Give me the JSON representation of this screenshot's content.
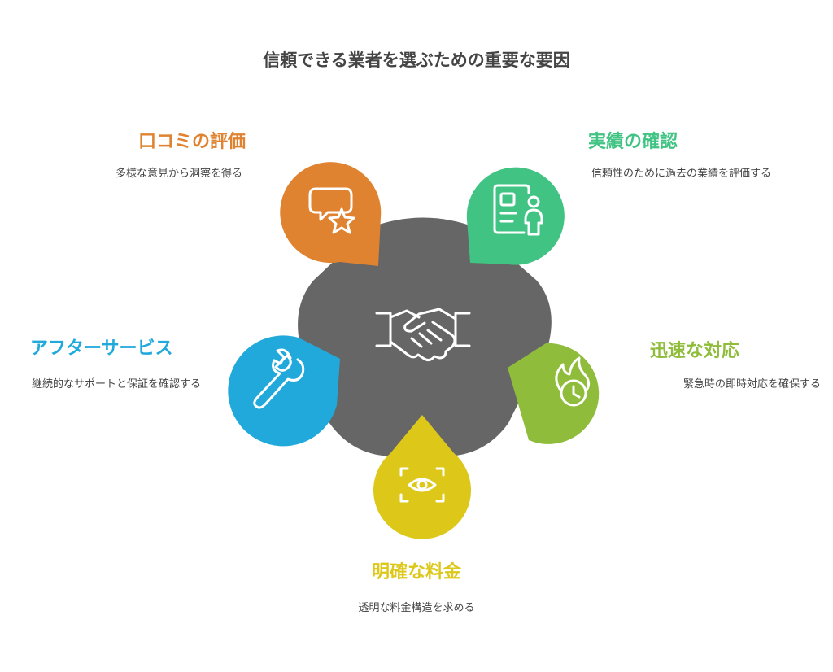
{
  "title": "信頼できる業者を選ぶための重要な要因",
  "colors": {
    "center": "#666666",
    "reviews": "#e08330",
    "track_record": "#40c383",
    "after_service": "#21a9dc",
    "fast_response": "#8fbd3b",
    "pricing": "#ddc81a"
  },
  "center": {
    "icon": "handshake-icon"
  },
  "items": {
    "reviews": {
      "heading": "口コミの評価",
      "desc": "多様な意見から洞察を得る",
      "icon": "chat-star-icon"
    },
    "track_record": {
      "heading": "実績の確認",
      "desc": "信頼性のために過去の業績を評価する",
      "icon": "profile-card-icon"
    },
    "after_service": {
      "heading": "アフターサービス",
      "desc": "継続的なサポートと保証を確認する",
      "icon": "wrench-icon"
    },
    "fast_response": {
      "heading": "迅速な対応",
      "desc": "緊急時の即時対応を確保する",
      "icon": "fire-clock-icon"
    },
    "pricing": {
      "heading": "明確な料金",
      "desc": "透明な料金構造を求める",
      "icon": "eye-frame-icon"
    }
  }
}
